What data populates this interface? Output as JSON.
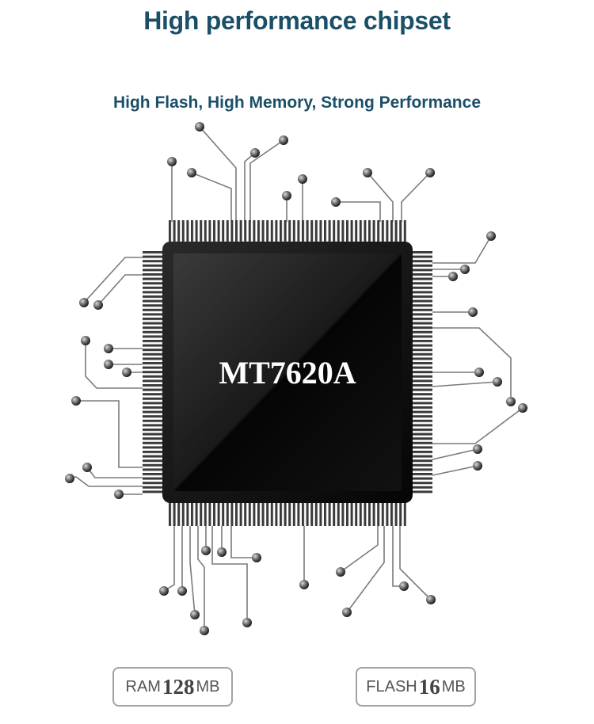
{
  "headline": "High performance chipset",
  "subheadline": "High Flash, High Memory, Strong Performance",
  "chip": {
    "model": "MT7620A"
  },
  "specs": {
    "ram": {
      "label": "RAM",
      "value": "128",
      "unit": "MB"
    },
    "flash": {
      "label": "FLASH",
      "value": "16",
      "unit": "MB"
    }
  },
  "colors": {
    "title": "#1b4f68",
    "chip_body": "#0d0d0d",
    "pins": "#3a3a3a",
    "traces": "#777777"
  }
}
